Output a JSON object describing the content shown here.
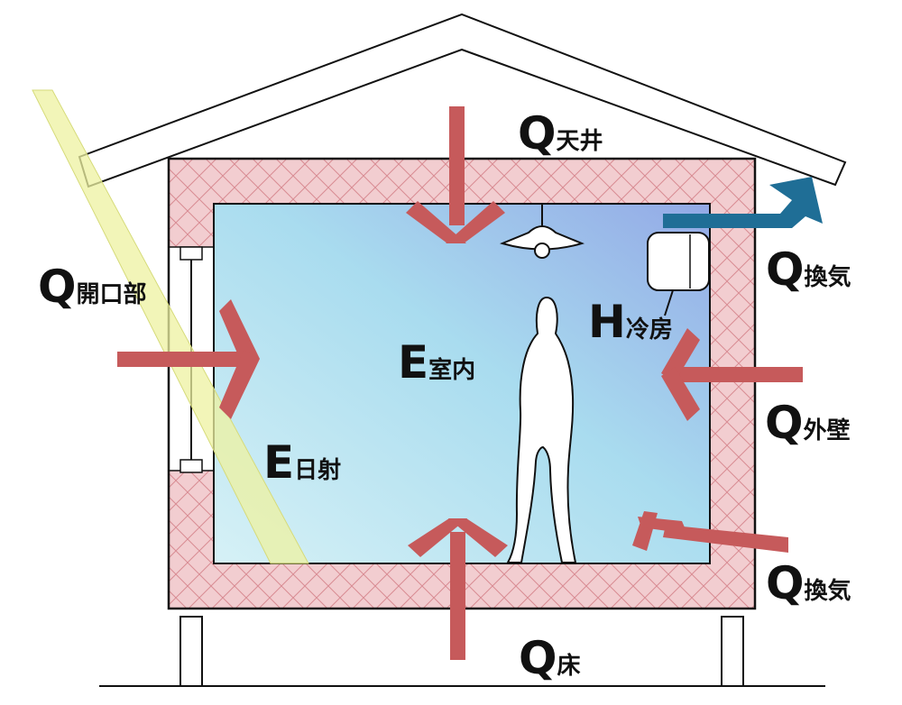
{
  "labels": {
    "q_ceiling": {
      "main": "Q",
      "sub": "天井"
    },
    "q_vent_out": {
      "main": "Q",
      "sub": "換気"
    },
    "q_opening": {
      "main": "Q",
      "sub": "開口部"
    },
    "h_cooling": {
      "main": "H",
      "sub": "冷房"
    },
    "e_indoor": {
      "main": "E",
      "sub": "室内"
    },
    "q_outer_wall": {
      "main": "Q",
      "sub": "外壁"
    },
    "e_solar": {
      "main": "E",
      "sub": "日射"
    },
    "q_vent_in": {
      "main": "Q",
      "sub": "換気"
    },
    "q_floor": {
      "main": "Q",
      "sub": "床"
    }
  },
  "colors": {
    "heat_arrow": "#c65a5b",
    "vent_arrow": "#1f6e96",
    "insulation": "#f2cdd0",
    "room_light": "#cfeef6",
    "room_dark": "#9db4e8",
    "sunbeam": "#edf0a8",
    "outline": "#111111"
  }
}
